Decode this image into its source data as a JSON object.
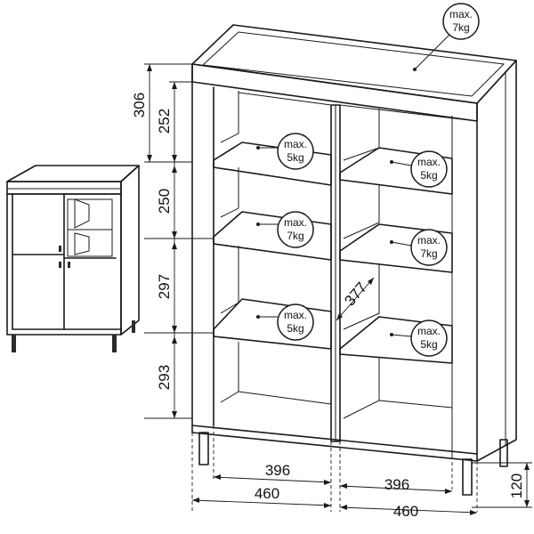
{
  "diagram": {
    "heights": {
      "top": "306",
      "upper_shelf": "252",
      "second": "250",
      "third": "297",
      "bottom": "293",
      "legs": "120"
    },
    "widths": {
      "inner_left": "396",
      "outer_left": "460",
      "inner_right": "396",
      "outer_right": "460"
    },
    "depth": "377",
    "loads": {
      "top": {
        "line1": "max.",
        "line2": "7kg"
      },
      "shelf_left_1": {
        "line1": "max.",
        "line2": "5kg"
      },
      "shelf_left_2": {
        "line1": "max.",
        "line2": "7kg"
      },
      "shelf_left_3": {
        "line1": "max.",
        "line2": "5kg"
      },
      "shelf_right_1": {
        "line1": "max.",
        "line2": "5kg"
      },
      "shelf_right_2": {
        "line1": "max.",
        "line2": "7kg"
      },
      "shelf_right_3": {
        "line1": "max.",
        "line2": "5kg"
      }
    }
  }
}
